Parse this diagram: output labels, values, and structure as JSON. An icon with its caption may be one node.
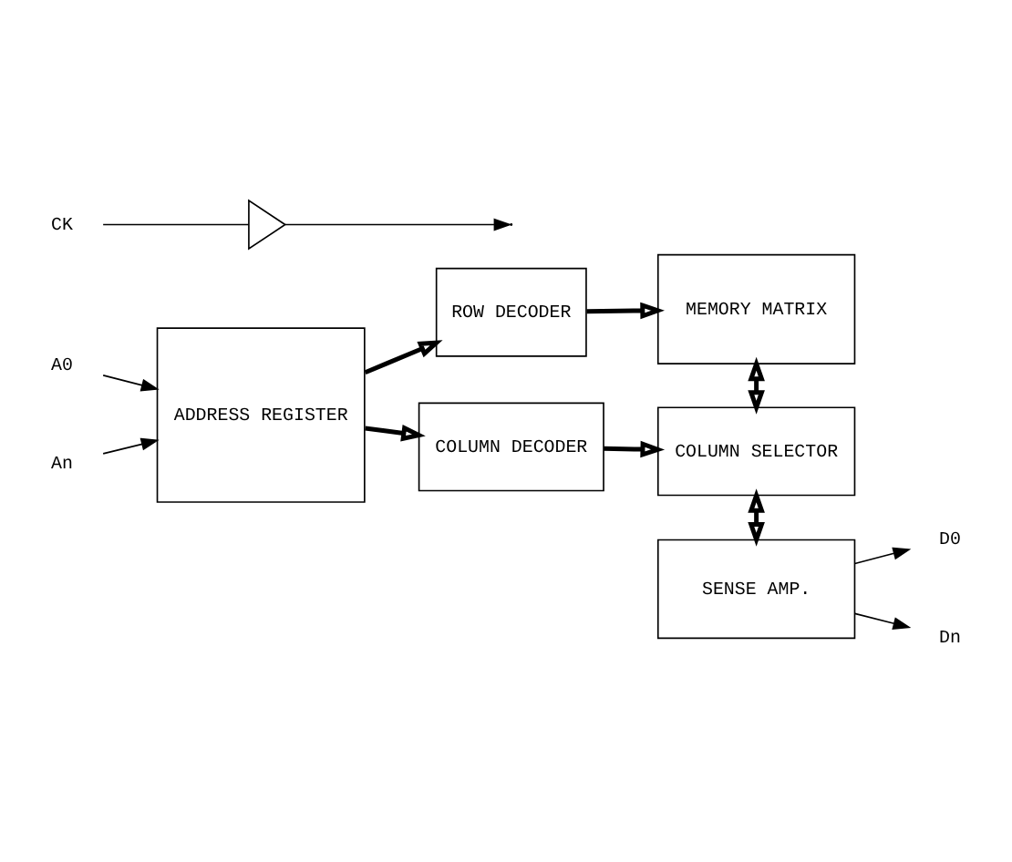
{
  "diagram": {
    "nodes": [
      {
        "text": [
          "A0"
        ]
      },
      {
        "text": [
          "An"
        ]
      },
      {
        "text": [
          "ADDRESS REGISTER"
        ]
      },
      {
        "text": [
          "ROW DECODER"
        ]
      },
      {
        "text": [
          "MEMORY MATRIX"
        ]
      },
      {
        "text": [
          "COLUMN DECODER"
        ]
      },
      {
        "text": [
          "COLUMN SELECTOR"
        ]
      },
      {
        "text": [
          "SENSE AMP."
        ]
      },
      {
        "text": [
          "CK"
        ]
      },
      {
        "text": [],
        "shape": "triangle"
      },
      {
        "text": [
          "D0"
        ]
      },
      {
        "text": [
          "Dn"
        ]
      }
    ],
    "edges": [
      {
        "from": 0,
        "to": 2,
        "arrow": "to"
      },
      {
        "from": 1,
        "to": 2,
        "arrow": "to"
      },
      {
        "from": 2,
        "to": 3,
        "arrow": "to",
        "style": "thick"
      },
      {
        "from": 2,
        "to": 5,
        "arrow": "to",
        "style": "thick"
      },
      {
        "from": 3,
        "to": 4,
        "arrow": "to",
        "style": "thick"
      },
      {
        "from": 5,
        "to": 6,
        "arrow": "to",
        "style": "thick"
      },
      {
        "from": 4,
        "to": 6,
        "arrow": "both",
        "style": "thick"
      },
      {
        "from": 6,
        "to": 7,
        "arrow": "both",
        "style": "thick"
      },
      {
        "from": 8,
        "to": 9,
        "arrow": "none"
      },
      {
        "from": 9,
        "to": null,
        "arrow": "to"
      },
      {
        "from": 7,
        "to": 10,
        "arrow": "to"
      },
      {
        "from": 7,
        "to": 11,
        "arrow": "to"
      }
    ]
  }
}
